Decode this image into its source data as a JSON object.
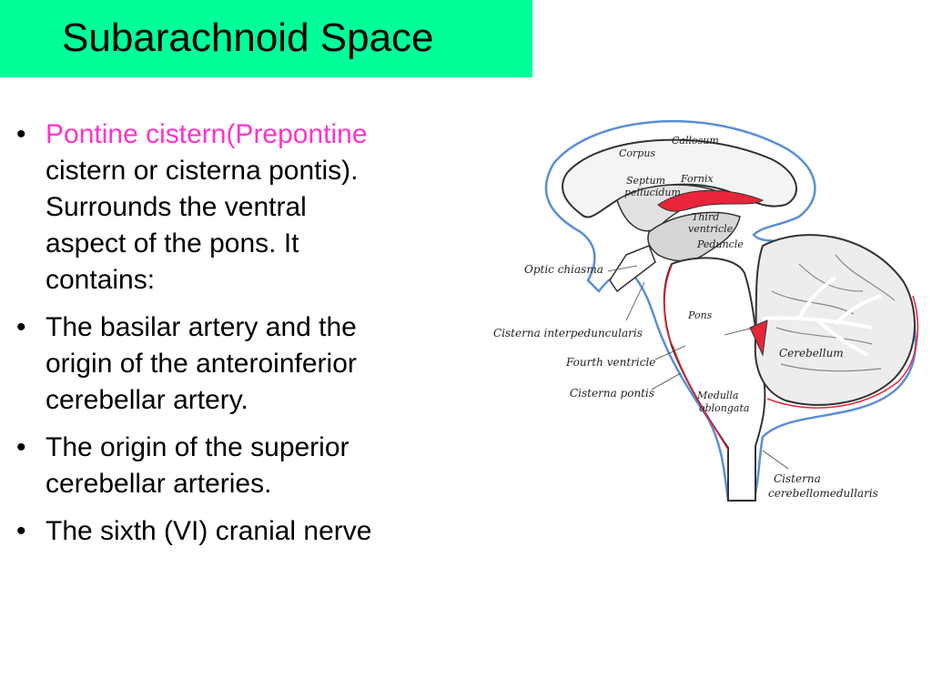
{
  "slide": {
    "title": "Subarachnoid Space",
    "title_bg_color": "#00ff99",
    "accent_color": "#ff33cc",
    "bullets": [
      {
        "symbol": "•",
        "lines": [
          "Pontine cistern(Prepontine",
          "cistern or cisterna pontis).",
          "Surrounds the ventral",
          "aspect of the pons. It",
          "contains:"
        ]
      },
      {
        "symbol": "•",
        "lines": [
          "The basilar artery and the",
          "origin of the anteroinferior",
          "cerebellar artery."
        ]
      },
      {
        "symbol": "•",
        "lines": [
          "The origin of the superior",
          "cerebellar arteries."
        ]
      },
      {
        "symbol": "•",
        "lines": [
          "The sixth (VI) cranial nerve"
        ]
      }
    ]
  },
  "figure": {
    "labels": {
      "corpus": "Corpus",
      "callosum": "Callosum",
      "septum": "Septum",
      "pellucidum": "pellucidum",
      "fornix": "Fornix",
      "third": "Third",
      "ventricle": "ventricle",
      "peduncle": "Peduncle",
      "optic_chiasma": "Optic chiasma",
      "pons": "Pons",
      "cisterna_interpeduncularis": "Cisterna interpeduncularis",
      "cerebellum": "Cerebellum",
      "fourth_ventricle": "Fourth ventricle",
      "cisterna_pontis": "Cisterna pontis",
      "medulla": "Medulla",
      "oblongata": "oblongata",
      "cisterna": "Cisterna",
      "cerebellomedullaris": "cerebellomedullaris"
    }
  }
}
